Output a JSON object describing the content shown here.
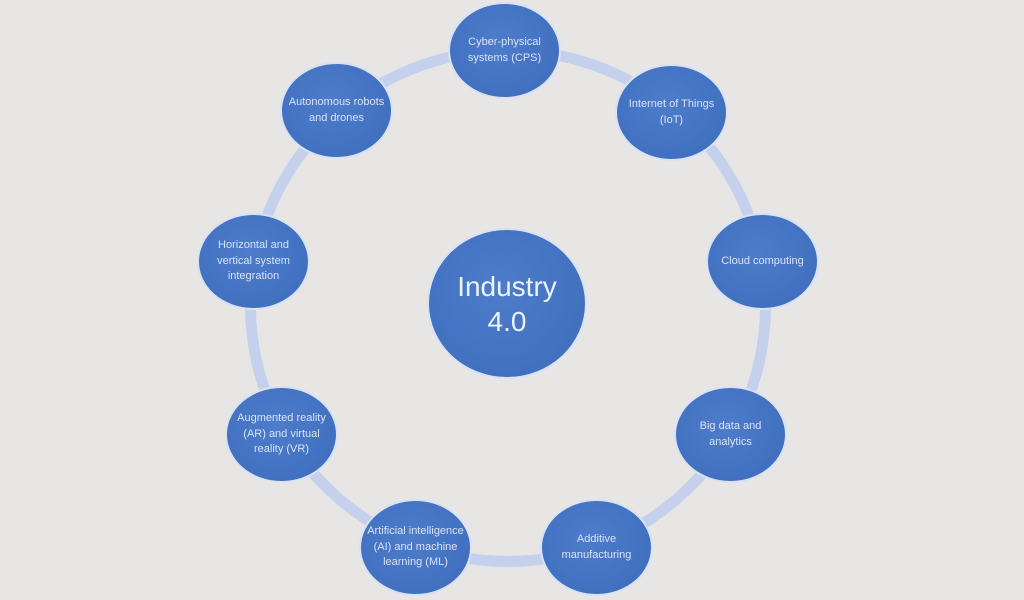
{
  "diagram": {
    "center": {
      "label": "Industry 4.0",
      "lines": [
        "Industry",
        "4.0"
      ]
    },
    "nodes": [
      {
        "label": "Cyber-physical systems (CPS)",
        "lines": [
          "Cyber-physical",
          "systems (CPS)"
        ]
      },
      {
        "label": "Internet of Things (IoT)",
        "lines": [
          "Internet of Things",
          "(IoT)"
        ]
      },
      {
        "label": "Cloud computing",
        "lines": [
          "Cloud computing"
        ]
      },
      {
        "label": "Big data and analytics",
        "lines": [
          "Big data and analytics"
        ]
      },
      {
        "label": "Additive manufacturing",
        "lines": [
          "Additive",
          "manufacturing"
        ]
      },
      {
        "label": "Artificial intelligence (AI) and machine learning (ML)",
        "lines": [
          "Artificial intelligence",
          "(AI) and machine",
          "learning (ML)"
        ]
      },
      {
        "label": "Augmented reality (AR) and virtual reality (VR)",
        "lines": [
          "Augmented reality",
          "(AR) and virtual",
          "reality (VR)"
        ]
      },
      {
        "label": "Horizontal and vertical system integration",
        "lines": [
          "Horizontal and",
          "vertical system",
          "integration"
        ]
      },
      {
        "label": "Autonomous robots and drones",
        "lines": [
          "Autonomous robots",
          "and drones"
        ]
      }
    ],
    "colors": {
      "background": "#e7e6e4",
      "node_fill": "#4472c4",
      "node_border": "#ffffff",
      "ring": "#c5d1ec",
      "node_text": "#d9e3f5",
      "center_text": "#edf2fb"
    }
  }
}
